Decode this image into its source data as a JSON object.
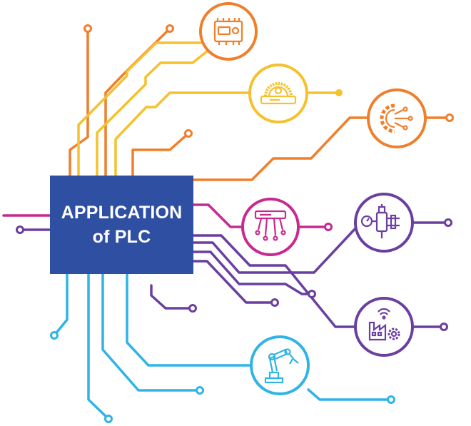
{
  "chip": {
    "line1": "APPLICATION",
    "line2": "of PLC",
    "color": "#2f4fa3"
  },
  "colors": {
    "orange": "#f07f2c",
    "yellow": "#f6c12e",
    "magenta": "#c72a8f",
    "purple": "#6a3fa0",
    "cyan": "#2fb4e5"
  },
  "nodes": [
    {
      "id": "relay-module",
      "icon": "relay-module-icon",
      "color": "#f07f2c"
    },
    {
      "id": "circular-saw",
      "icon": "circular-saw-icon",
      "color": "#f6c12e"
    },
    {
      "id": "gear-circuit",
      "icon": "gear-circuit-icon",
      "color": "#f07f2c"
    },
    {
      "id": "air-conditioner",
      "icon": "air-conditioner-icon",
      "color": "#c72a8f"
    },
    {
      "id": "valve-gauge",
      "icon": "valve-gauge-icon",
      "color": "#6a3fa0"
    },
    {
      "id": "smart-factory",
      "icon": "smart-factory-icon",
      "color": "#6a3fa0"
    },
    {
      "id": "robot-arm",
      "icon": "robot-arm-icon",
      "color": "#2fb4e5"
    }
  ]
}
